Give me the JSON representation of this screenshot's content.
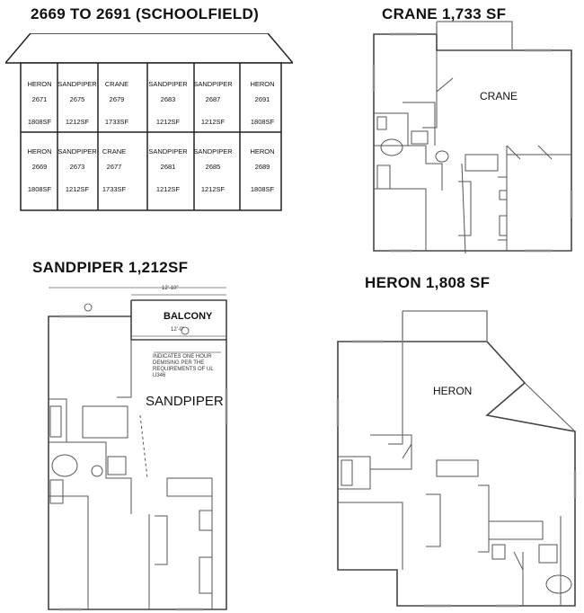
{
  "titles": {
    "schoolfield": "2669 TO 2691 (SCHOOLFIELD)",
    "crane": "CRANE   1,733 SF",
    "sandpiper": "SANDPIPER   1,212SF",
    "heron": "HERON    1,808 SF"
  },
  "units_top": [
    {
      "name": "HERON",
      "num": "2671",
      "sf": "1808SF"
    },
    {
      "name": "SANDPIPER",
      "num": "2675",
      "sf": "1212SF"
    },
    {
      "name": "CRANE",
      "num": "2679",
      "sf": "1733SF"
    },
    {
      "name": "SANDPIPER",
      "num": "2683",
      "sf": "1212SF"
    },
    {
      "name": "SANDPIPER",
      "num": "2687",
      "sf": "1212SF"
    },
    {
      "name": "HERON",
      "num": "2691",
      "sf": "1808SF"
    }
  ],
  "units_bottom": [
    {
      "name": "HERON",
      "num": "2669",
      "sf": "1808SF"
    },
    {
      "name": "SANDPIPER",
      "num": "2673",
      "sf": "1212SF"
    },
    {
      "name": "CRANE",
      "num": "2677",
      "sf": "1733SF"
    },
    {
      "name": "SANDPIPER",
      "num": "2681",
      "sf": "1212SF"
    },
    {
      "name": "SANDPIPER",
      "num": "2685",
      "sf": "1212SF"
    },
    {
      "name": "HERON",
      "num": "2689",
      "sf": "1808SF"
    }
  ],
  "plans": {
    "crane_label": "CRANE",
    "sandpiper_label": "SANDPIPER",
    "sandpiper_balcony": "BALCONY",
    "sandpiper_dim_top": "12'-10\"",
    "sandpiper_dim_mid": "12'-0\"",
    "sandpiper_note": "INDICATES ONE HOUR DEMISING PER THE REQUIREMENTS OF UL U346",
    "heron_label": "HERON"
  }
}
